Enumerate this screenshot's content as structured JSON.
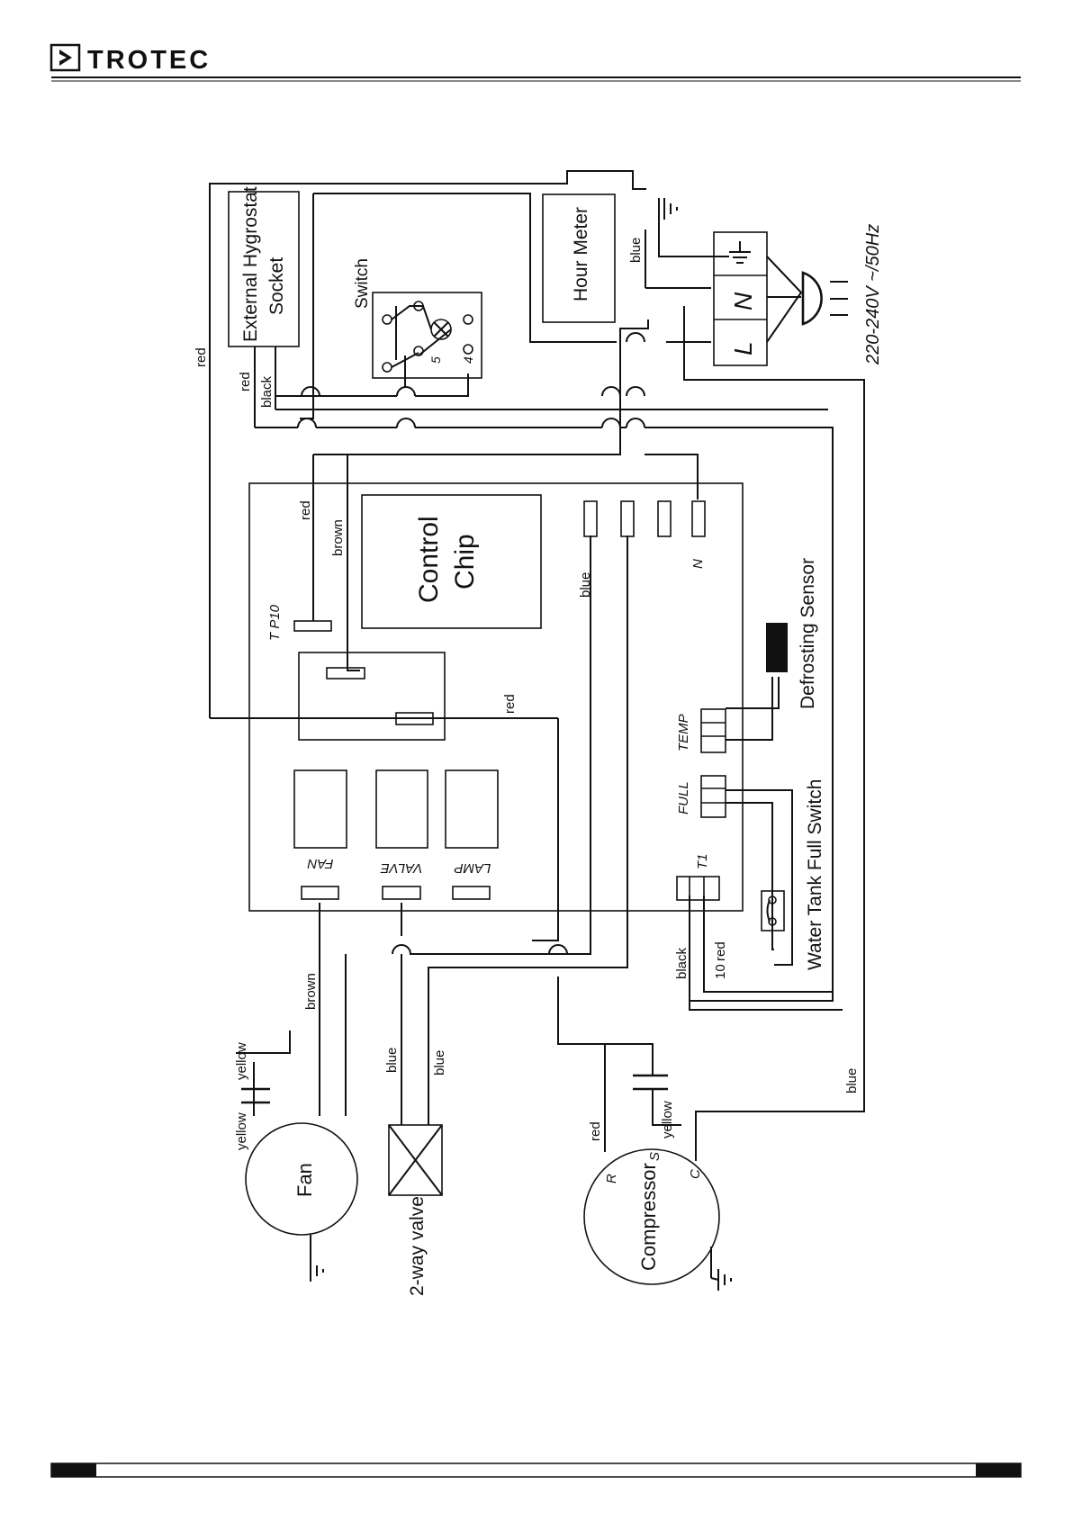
{
  "header": {
    "brand": "TROTEC",
    "logo_icon": "chevron-right-icon"
  },
  "diagram": {
    "components": {
      "hygrostat": [
        "External Hygrostat",
        "Socket"
      ],
      "hour_meter": "Hour Meter",
      "switch": "Switch",
      "switch_pins": {
        "five": "5",
        "four": "4"
      },
      "control_chip": [
        "Control",
        "Chip"
      ],
      "defrost_sensor": "Defrosting Sensor",
      "water_tank_switch": "Water Tank Full Switch",
      "fan": "Fan",
      "valve": "2-way valve",
      "compressor": "Compressor",
      "comp_r": "R",
      "comp_s": "S",
      "comp_c": "C",
      "supply": "220-240V ~/50Hz",
      "terminal_l": "L",
      "terminal_n": "N"
    },
    "board_labels": {
      "tp10": "T P10",
      "n": "N",
      "temp": "TEMP",
      "full": "FULL",
      "t1": "T1",
      "fan": "FAN",
      "valve": "VALVE",
      "lamp": "LAMP",
      "ten": "10"
    },
    "wire_labels": {
      "red": "red",
      "black": "black",
      "brown": "brown",
      "blue": "blue",
      "yellow": "yellow"
    }
  }
}
